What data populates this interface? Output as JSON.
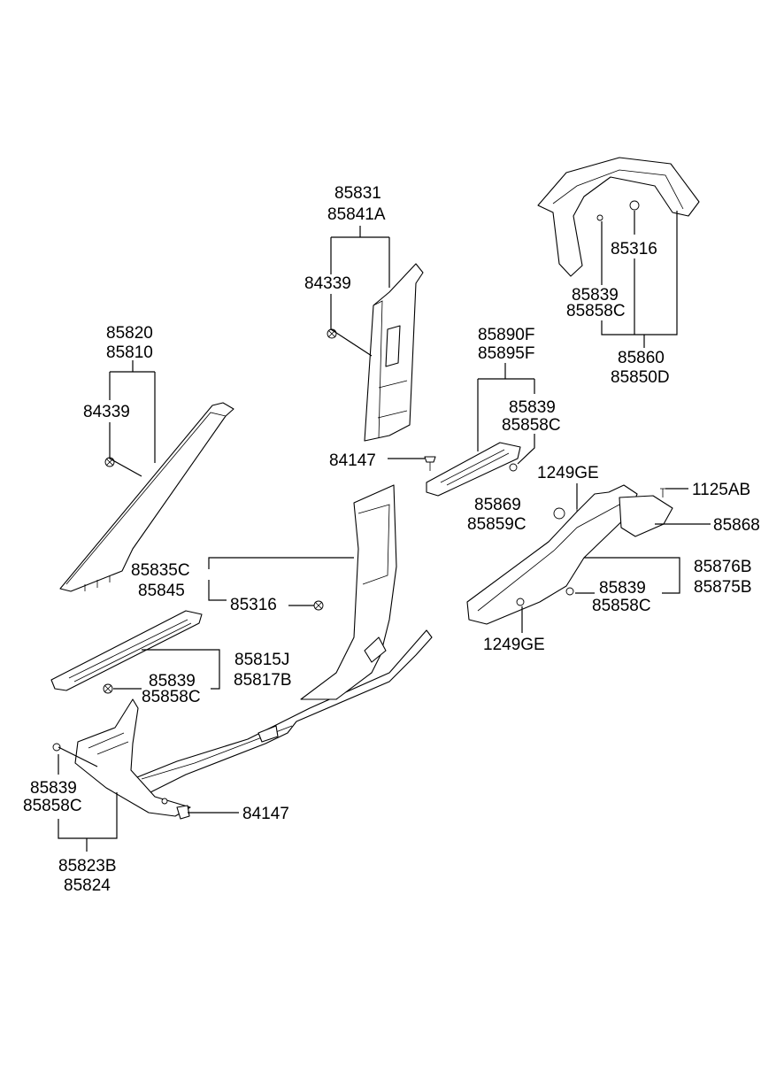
{
  "labels": {
    "b_pillar_upper": [
      "85831",
      "85841A"
    ],
    "b_pillar_clip": "84339",
    "a_pillar": [
      "85820",
      "85810"
    ],
    "a_pillar_clip": "84339",
    "rear_pillar_upper": "85316",
    "rear_pillar_clips": [
      "85839",
      "85858C"
    ],
    "rear_pillar": [
      "85860",
      "85850D"
    ],
    "rear_scuff": [
      "85890F",
      "85895F"
    ],
    "rear_scuff_clips": [
      "85839",
      "85858C"
    ],
    "rear_scuff_screw": "84147",
    "rear_bolt_a": "1249GE",
    "rear_cap": [
      "85869",
      "85859C"
    ],
    "rear_bolt_b": "1125AB",
    "bracket": "85868",
    "rear_trim": [
      "85876B",
      "85875B"
    ],
    "rear_trim_clips": [
      "85839",
      "85858C"
    ],
    "rear_bolt_c": "1249GE",
    "center_pillar": [
      "85835C",
      "85845"
    ],
    "center_clip": "85316",
    "front_scuff": [
      "85815J",
      "85817B"
    ],
    "front_scuff_clips": [
      "85839",
      "85858C"
    ],
    "kick_clips": [
      "85839",
      "85858C"
    ],
    "kick_screw": "84147",
    "kick_panel": [
      "85823B",
      "85824"
    ]
  }
}
